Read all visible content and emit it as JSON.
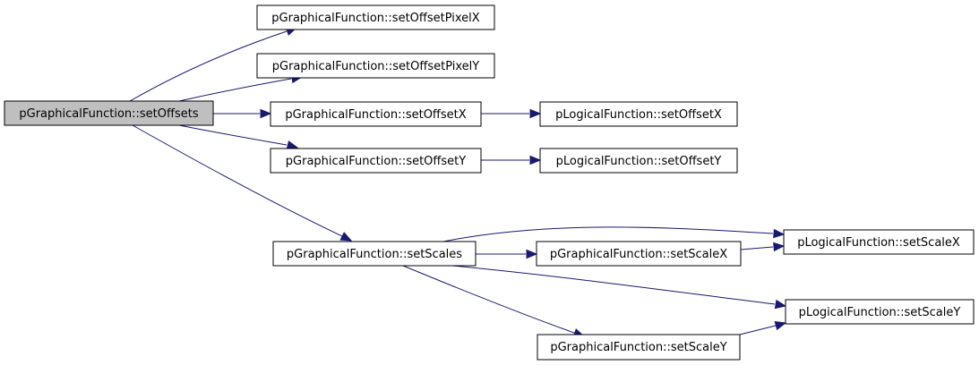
{
  "colors": {
    "root_fill": "#bfbfbf",
    "node_fill": "#ffffff",
    "node_border": "#000000",
    "edge": "#191970"
  },
  "nodes": [
    {
      "id": "n0",
      "label": "pGraphicalFunction::setOffsets",
      "root": true
    },
    {
      "id": "n1",
      "label": "pGraphicalFunction::setOffsetPixelX"
    },
    {
      "id": "n2",
      "label": "pGraphicalFunction::setOffsetPixelY"
    },
    {
      "id": "n3",
      "label": "pGraphicalFunction::setOffsetX"
    },
    {
      "id": "n4",
      "label": "pLogicalFunction::setOffsetX"
    },
    {
      "id": "n5",
      "label": "pGraphicalFunction::setOffsetY"
    },
    {
      "id": "n6",
      "label": "pLogicalFunction::setOffsetY"
    },
    {
      "id": "n7",
      "label": "pGraphicalFunction::setScales"
    },
    {
      "id": "n8",
      "label": "pGraphicalFunction::setScaleX"
    },
    {
      "id": "n9",
      "label": "pLogicalFunction::setScaleX"
    },
    {
      "id": "n10",
      "label": "pLogicalFunction::setScaleY"
    },
    {
      "id": "n11",
      "label": "pGraphicalFunction::setScaleY"
    }
  ],
  "edges": [
    {
      "from": "n0",
      "to": "n1"
    },
    {
      "from": "n0",
      "to": "n2"
    },
    {
      "from": "n0",
      "to": "n3"
    },
    {
      "from": "n0",
      "to": "n5"
    },
    {
      "from": "n0",
      "to": "n7"
    },
    {
      "from": "n3",
      "to": "n4"
    },
    {
      "from": "n5",
      "to": "n6"
    },
    {
      "from": "n7",
      "to": "n9"
    },
    {
      "from": "n7",
      "to": "n8"
    },
    {
      "from": "n7",
      "to": "n10"
    },
    {
      "from": "n7",
      "to": "n11"
    },
    {
      "from": "n8",
      "to": "n9"
    },
    {
      "from": "n11",
      "to": "n10"
    }
  ]
}
